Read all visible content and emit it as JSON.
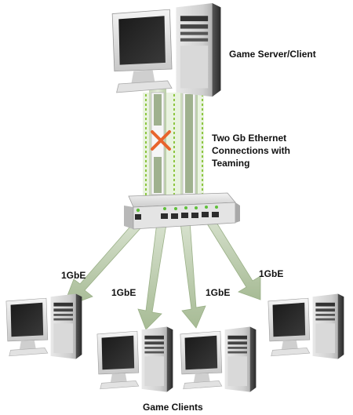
{
  "labels": {
    "server": "Game Server/Client",
    "teaming": [
      "Two Gb Ethernet",
      "Connections with",
      "Teaming"
    ],
    "clients": "Game Clients",
    "link_speed": "1GbE"
  },
  "link_labels": [
    "1GbE",
    "1GbE",
    "1GbE",
    "1GbE"
  ],
  "status": {
    "failed_link_marker": "X"
  },
  "colors": {
    "link_green": "#8cc63f",
    "arrow_fill": "#b5c9a5",
    "failure_x": "#e8642c",
    "switch_led": "#5fbf3a"
  },
  "icons": [
    "computer-icon",
    "network-switch-icon",
    "failure-x-icon",
    "arrow-icon"
  ]
}
